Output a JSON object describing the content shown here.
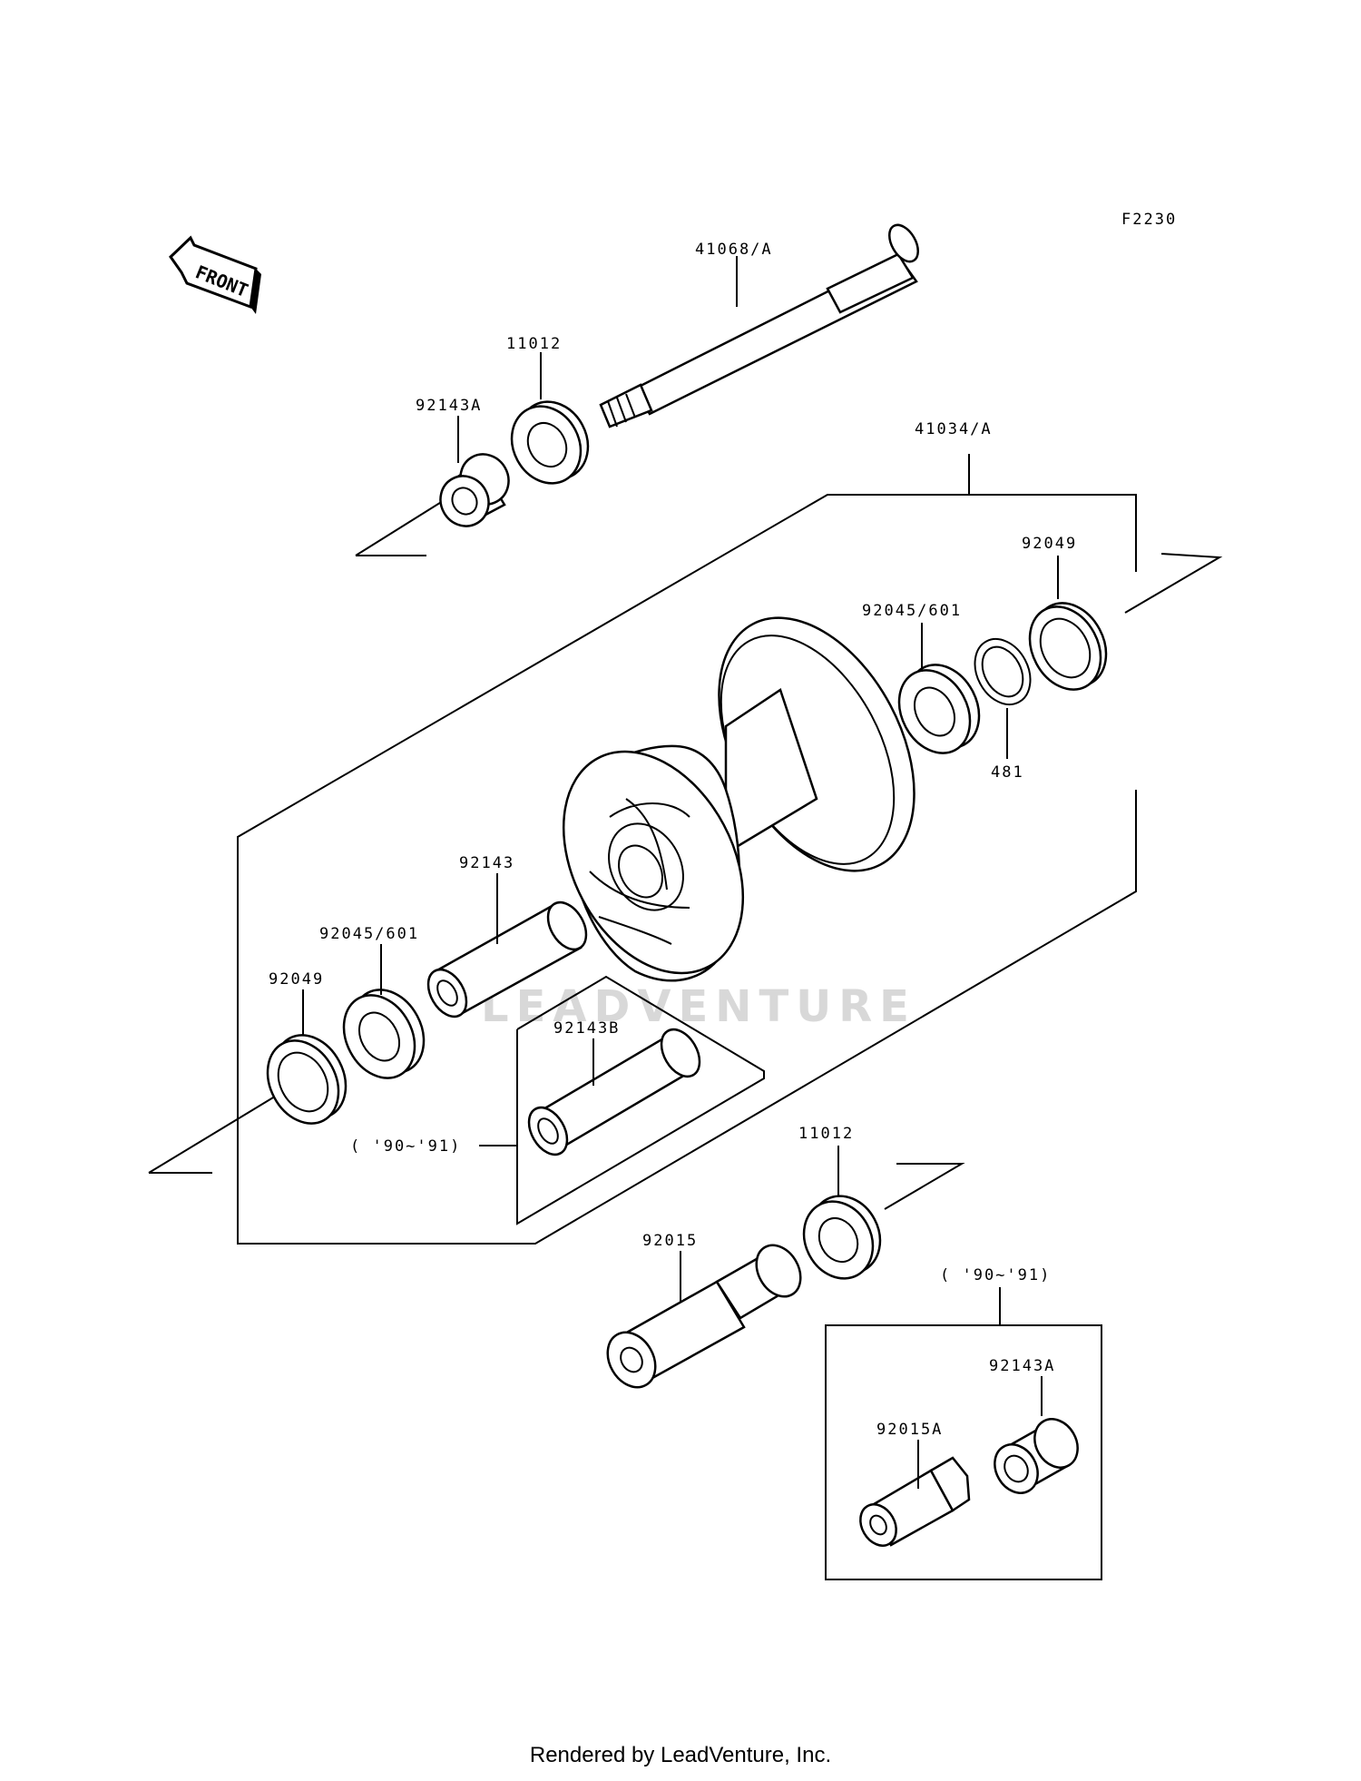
{
  "diagram_code": "F2230",
  "front_label": "FRONT",
  "watermark": "LEADVENTURE",
  "footer": "Rendered by LeadVenture, Inc.",
  "labels": {
    "axle": "41068/A",
    "bearing_top": "11012",
    "collar_top": "92143A",
    "hub": "41034/A",
    "seal_right": "92049",
    "bearing_right": "92045/601",
    "circlip": "481",
    "spacer": "92143",
    "bearing_left": "92045/601",
    "seal_left": "92049",
    "spacer_b": "92143B",
    "year_note_left": "( '90~'91)",
    "bearing_bottom": "11012",
    "collar_bottom": "92015",
    "year_note_right": "( '90~'91)",
    "collar_a": "92143A",
    "collar_bottom_a": "92015A"
  }
}
